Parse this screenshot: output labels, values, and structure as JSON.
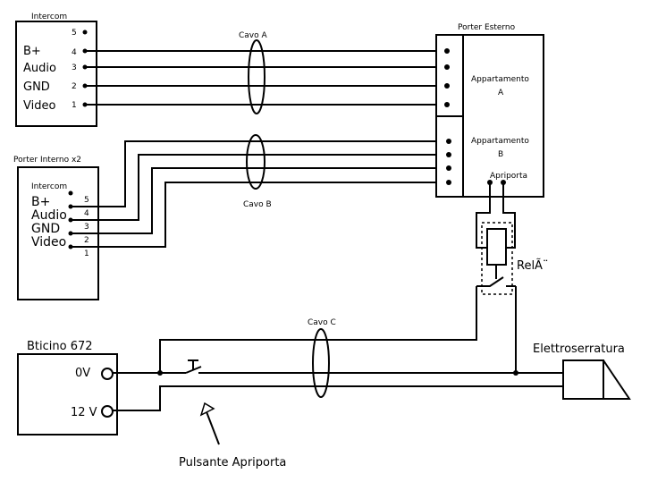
{
  "title": "Schema collegamento citofono",
  "intercom_top": {
    "title": "Intercom",
    "labels": [
      "B+",
      "Audio",
      "GND",
      "Video"
    ],
    "pins": [
      "5",
      "4",
      "3",
      "2",
      "1"
    ]
  },
  "porter_interno": {
    "title": "Porter Interno x2",
    "subtitle": "Intercom",
    "labels": [
      "B+",
      "Audio",
      "GND",
      "Video"
    ],
    "pins": [
      "5",
      "4",
      "3",
      "2",
      "1"
    ]
  },
  "porter_esterno": {
    "title": "Porter Esterno",
    "appartamento_a": [
      "Appartamento",
      "A"
    ],
    "appartamento_b": [
      "Appartamento",
      "B"
    ],
    "apriporta": "Apriporta"
  },
  "cables": {
    "a": "Cavo A",
    "b": "Cavo B",
    "c": "Cavo C"
  },
  "relay": {
    "label": "RelÃ¨"
  },
  "power_supply": {
    "title": "Bticino 672",
    "terminal_0v": "0V",
    "terminal_12v": "12 V"
  },
  "lock": {
    "label": "Elettroserratura"
  },
  "button": {
    "label": "Pulsante Apriporta"
  }
}
